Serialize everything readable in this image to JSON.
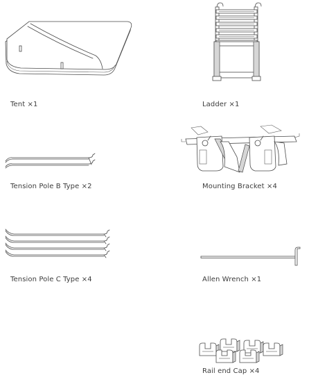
{
  "items": [
    {
      "name": "Tent",
      "qty": "×1"
    },
    {
      "name": "Ladder",
      "qty": "×1"
    },
    {
      "name": "Tension Pole B Type",
      "qty": "×2"
    },
    {
      "name": "Mounting Bracket",
      "qty": "×4"
    },
    {
      "name": "Tension Pole C Type",
      "qty": "×4"
    },
    {
      "name": "Allen Wrench",
      "qty": "×1"
    },
    {
      "name": "Rail end Cap",
      "qty": "×4"
    }
  ]
}
